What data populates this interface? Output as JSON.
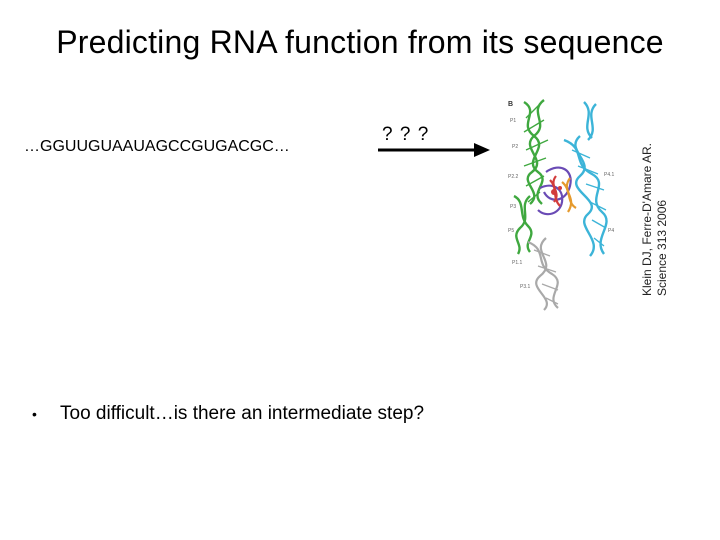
{
  "slide": {
    "title": "Predicting RNA function from its sequence",
    "sequence": "…GGUUGUAAUAGCCGUGACGC…",
    "unknown_step": "? ? ?",
    "citation_line1": "Klein DJ, Ferre-D'Amare AR.",
    "citation_line2": "Science 313 2006",
    "bullets": [
      {
        "marker": "•",
        "text": "Too difficult…is there an intermediate step?"
      }
    ],
    "figure": {
      "panel_letter": "B",
      "labels": [
        "P1",
        "P2",
        "P2.2",
        "P3",
        "P4",
        "P4.1",
        "P5",
        "P1.1",
        "P3.1"
      ],
      "colors": {
        "green": "#3fa83f",
        "cyan": "#3cb4d8",
        "red": "#d23c3c",
        "purple": "#6a4bb5",
        "orange": "#e59a2d",
        "gray": "#a9a9a9"
      }
    }
  }
}
